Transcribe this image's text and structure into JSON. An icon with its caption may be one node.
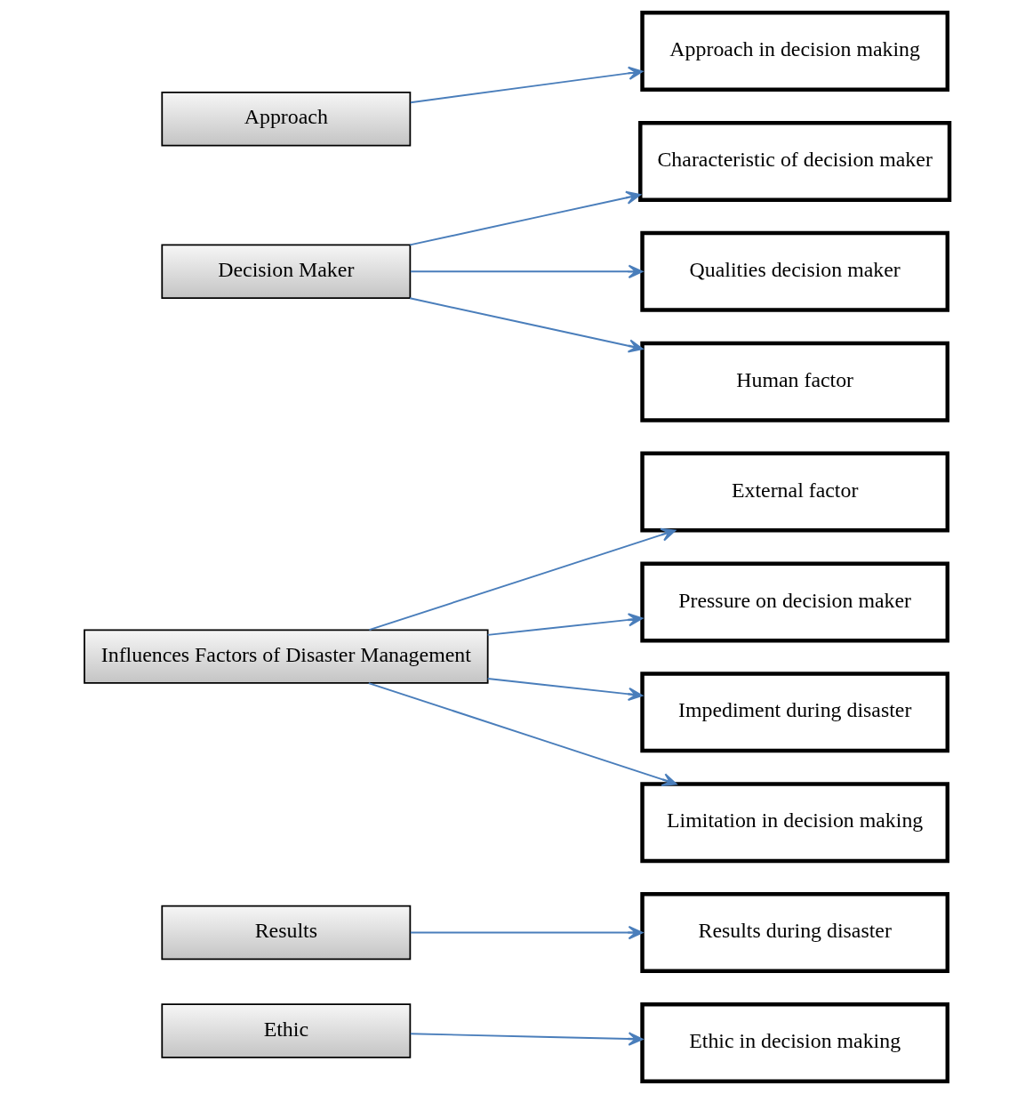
{
  "diagram": {
    "nodes": [
      {
        "text": [
          "Approach"
        ]
      },
      {
        "text": [
          "Approach in decision making"
        ]
      },
      {
        "text": [
          "Decision Maker"
        ]
      },
      {
        "text": [
          "Characteristic of decision maker"
        ]
      },
      {
        "text": [
          "Qualities decision maker"
        ]
      },
      {
        "text": [
          "Human factor"
        ]
      },
      {
        "text": [
          "Influences Factors of Disaster Management"
        ]
      },
      {
        "text": [
          "External factor"
        ]
      },
      {
        "text": [
          "Pressure on decision maker"
        ]
      },
      {
        "text": [
          "Impediment during disaster"
        ]
      },
      {
        "text": [
          "Limitation in decision making"
        ]
      },
      {
        "text": [
          "Results"
        ]
      },
      {
        "text": [
          "Results during disaster"
        ]
      },
      {
        "text": [
          "Ethic"
        ]
      },
      {
        "text": [
          "Ethic in decision making"
        ]
      }
    ],
    "edges": [
      {
        "from": 0,
        "to": 1,
        "arrow": "to"
      },
      {
        "from": 2,
        "to": 3,
        "arrow": "to"
      },
      {
        "from": 2,
        "to": 4,
        "arrow": "to"
      },
      {
        "from": 2,
        "to": 5,
        "arrow": "to"
      },
      {
        "from": 6,
        "to": 7,
        "arrow": "to"
      },
      {
        "from": 6,
        "to": 8,
        "arrow": "to"
      },
      {
        "from": 6,
        "to": 9,
        "arrow": "to"
      },
      {
        "from": 6,
        "to": 10,
        "arrow": "to"
      },
      {
        "from": 11,
        "to": 12,
        "arrow": "to"
      },
      {
        "from": 13,
        "to": 14,
        "arrow": "to"
      }
    ]
  }
}
